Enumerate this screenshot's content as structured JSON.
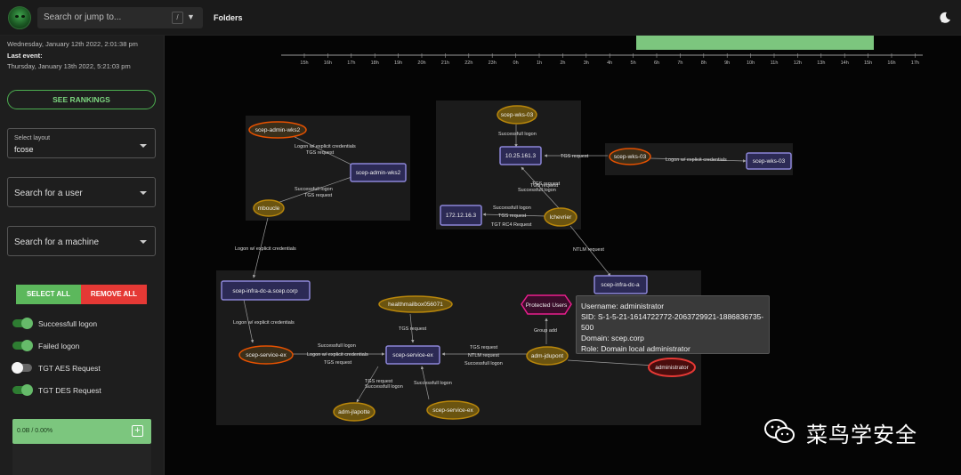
{
  "topbar": {
    "search_placeholder": "Search or jump to...",
    "search_shortcut": "/",
    "folders_label": "Folders"
  },
  "sidebar": {
    "first_event_date": "Wednesday, January 12th 2022, 2:01:38 pm",
    "last_event_label": "Last event:",
    "last_event_date": "Thursday, January 13th 2022, 5:21:03 pm",
    "rankings_button": "SEE RANKINGS",
    "layout": {
      "label": "Select layout",
      "value": "fcose"
    },
    "search_user_placeholder": "Search for a user",
    "search_machine_placeholder": "Search for a machine",
    "select_all": "SELECT ALL",
    "remove_all": "REMOVE ALL",
    "toggles": [
      {
        "label": "Successfull logon",
        "on": true
      },
      {
        "label": "Failed logon",
        "on": true
      },
      {
        "label": "TGT AES Request",
        "on": false
      },
      {
        "label": "TGT DES Request",
        "on": true
      }
    ],
    "progress_text": "0.0B / 0.00%"
  },
  "timeline": {
    "ticks": [
      "15h",
      "16h",
      "17h",
      "18h",
      "19h",
      "20h",
      "21h",
      "22h",
      "23h",
      "0h",
      "1h",
      "2h",
      "3h",
      "4h",
      "5h",
      "6h",
      "7h",
      "8h",
      "9h",
      "10h",
      "11h",
      "12h",
      "13h",
      "14h",
      "15h",
      "16h",
      "17h"
    ],
    "selection_start": "5h",
    "selection_end": "15h",
    "selection_color": "#7cc67e"
  },
  "graph": {
    "nodes": [
      {
        "label": "scep-admin-wks2",
        "kind": "user"
      },
      {
        "label": "scep-admin-wks2",
        "kind": "machine"
      },
      {
        "label": "mboucle",
        "kind": "account"
      },
      {
        "label": "scep-wks-03",
        "kind": "account"
      },
      {
        "label": "10.25.161.3",
        "kind": "machine"
      },
      {
        "label": "172.12.16.3",
        "kind": "machine"
      },
      {
        "label": "lchevrier",
        "kind": "account"
      },
      {
        "label": "scep-wks-03",
        "kind": "user"
      },
      {
        "label": "scep-wks-03",
        "kind": "machine"
      },
      {
        "label": "scep-infra-dc-a.scep.corp",
        "kind": "machine"
      },
      {
        "label": "scep-infra-dc-a",
        "kind": "machine"
      },
      {
        "label": "healthmailbox056071",
        "kind": "account"
      },
      {
        "label": "Protected Users",
        "kind": "group"
      },
      {
        "label": "scep-service-ex",
        "kind": "user"
      },
      {
        "label": "scep-service-ex",
        "kind": "machine"
      },
      {
        "label": "adm-jdupont",
        "kind": "account"
      },
      {
        "label": "administrator",
        "kind": "admin"
      },
      {
        "label": "adm-jlapotte",
        "kind": "account"
      },
      {
        "label": "scep-service-ex",
        "kind": "account"
      }
    ],
    "edge_labels": [
      "Logon w/ explicit credentials",
      "TGS request",
      "Successfull logon",
      "TGS request",
      "Successfull logon",
      "TGS request",
      "TGS request",
      "Logon w/ explicit credentials",
      "TGS request",
      "Successfull logon",
      "Successfull logon",
      "TGS request",
      "TGT RC4 Request",
      "Logon w/ explicit credentials",
      "NTLM request",
      "Logon w/ explicit credentials",
      "TGS request",
      "Group add",
      "Successfull logon",
      "Logon w/ explicit credentials",
      "TGS request",
      "TGS request",
      "NTLM request",
      "Successfull logon",
      "TGS request",
      "Successfull logon",
      "Successfull logon"
    ],
    "colors": {
      "user_fill": "#3b2f1a",
      "user_stroke": "#e65100",
      "account_fill": "#6b5410",
      "account_stroke": "#b8860b",
      "machine_fill": "#2c2a55",
      "machine_stroke": "#8c86d8",
      "group_fill": "#3a0d2a",
      "group_stroke": "#e91e8c",
      "admin_fill": "#4a0d0d",
      "admin_stroke": "#e53935"
    }
  },
  "tooltip": {
    "username": "Username: administrator",
    "sid_line1": "SID: S-1-5-21-1614722772-2063729921-1886836735-",
    "sid_line2": "500",
    "domain": "Domain: scep.corp",
    "role": "Role: Domain local administrator"
  },
  "watermark": {
    "text": "菜鸟学安全"
  }
}
